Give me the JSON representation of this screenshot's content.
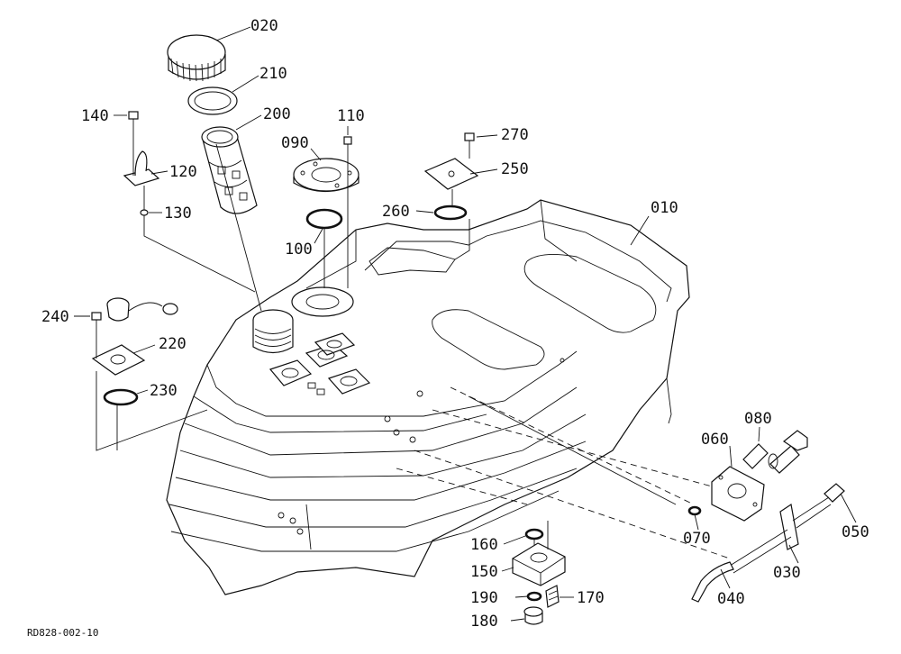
{
  "diagram": {
    "drawing_code": "RD828-002-10",
    "part_labels": {
      "p010": "010",
      "p020": "020",
      "p030": "030",
      "p040": "040",
      "p050": "050",
      "p060": "060",
      "p070": "070",
      "p080": "080",
      "p090": "090",
      "p100": "100",
      "p110": "110",
      "p120": "120",
      "p130": "130",
      "p140": "140",
      "p150": "150",
      "p160": "160",
      "p170": "170",
      "p180": "180",
      "p190": "190",
      "p200": "200",
      "p210": "210",
      "p220": "220",
      "p230": "230",
      "p240": "240",
      "p250": "250",
      "p260": "260",
      "p270": "270"
    }
  },
  "colors": {
    "line": "#111111",
    "background": "#ffffff"
  }
}
